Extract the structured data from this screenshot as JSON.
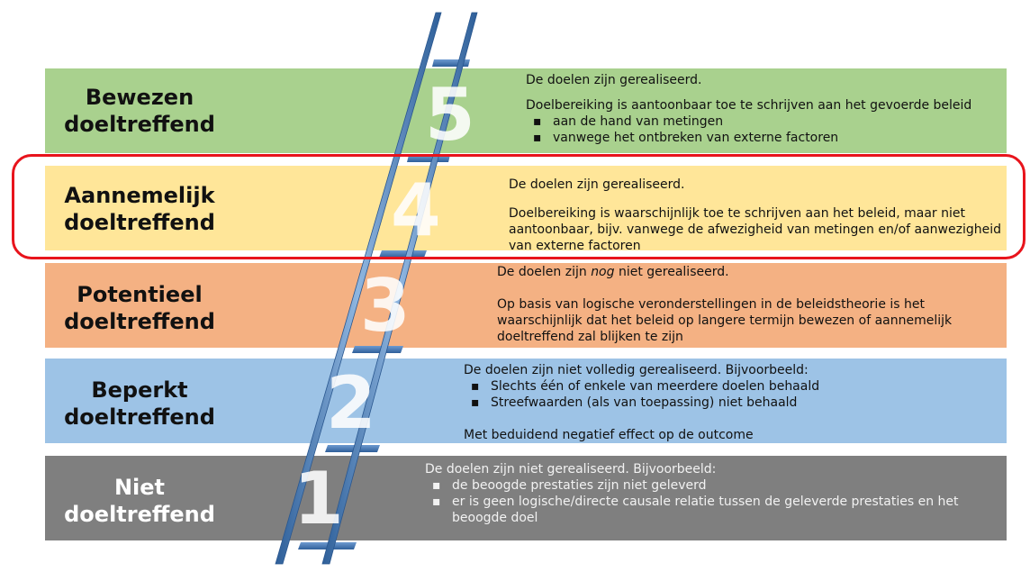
{
  "levels": [
    {
      "number": "5",
      "title_line1": "Bewezen",
      "title_line2": "doeltreffend",
      "color": "#a9d18e",
      "desc_line1": "De doelen zijn gerealiseerd.",
      "desc_line2": "Doelbereiking is aantoonbaar toe te schrijven aan het gevoerde beleid",
      "bullets": [
        "aan de hand van metingen",
        "vanwege het ontbreken van externe factoren"
      ]
    },
    {
      "number": "4",
      "title_line1": "Aannemelijk",
      "title_line2": "doeltreffend",
      "color": "#ffe699",
      "desc_line1": "De doelen zijn gerealiseerd.",
      "desc_line2": "Doelbereiking is waarschijnlijk toe te schrijven aan het beleid, maar niet aantoonbaar, bijv. vanwege de afwezigheid van metingen en/of aanwezigheid van externe factoren"
    },
    {
      "number": "3",
      "title_line1": "Potentieel",
      "title_line2": "doeltreffend",
      "color": "#f4b183",
      "desc_line1_a": "De doelen zijn ",
      "desc_line1_em": "nog",
      "desc_line1_b": " niet gerealiseerd.",
      "desc_line2": "Op basis van logische veronderstellingen in de beleidstheorie is het waarschijnlijk dat het beleid op langere termijn bewezen of aannemelijk doeltreffend zal blijken te zijn"
    },
    {
      "number": "2",
      "title_line1": "Beperkt",
      "title_line2": "doeltreffend",
      "color": "#9dc3e6",
      "desc_line1": "De doelen zijn niet volledig gerealiseerd. Bijvoorbeeld:",
      "bullets": [
        "Slechts één of enkele van meerdere doelen behaald",
        "Streefwaarden (als van toepassing) niet behaald"
      ],
      "desc_line2": "Met beduidend negatief effect op de outcome"
    },
    {
      "number": "1",
      "title_line1": "Niet",
      "title_line2": "doeltreffend",
      "color": "#7f7f7f",
      "desc_line1": "De doelen zijn niet gerealiseerd. Bijvoorbeeld:",
      "bullets": [
        "de beoogde prestaties zijn niet geleverd",
        "er is geen logische/directe causale relatie tussen de geleverde prestaties en het beoogde doel"
      ]
    }
  ]
}
